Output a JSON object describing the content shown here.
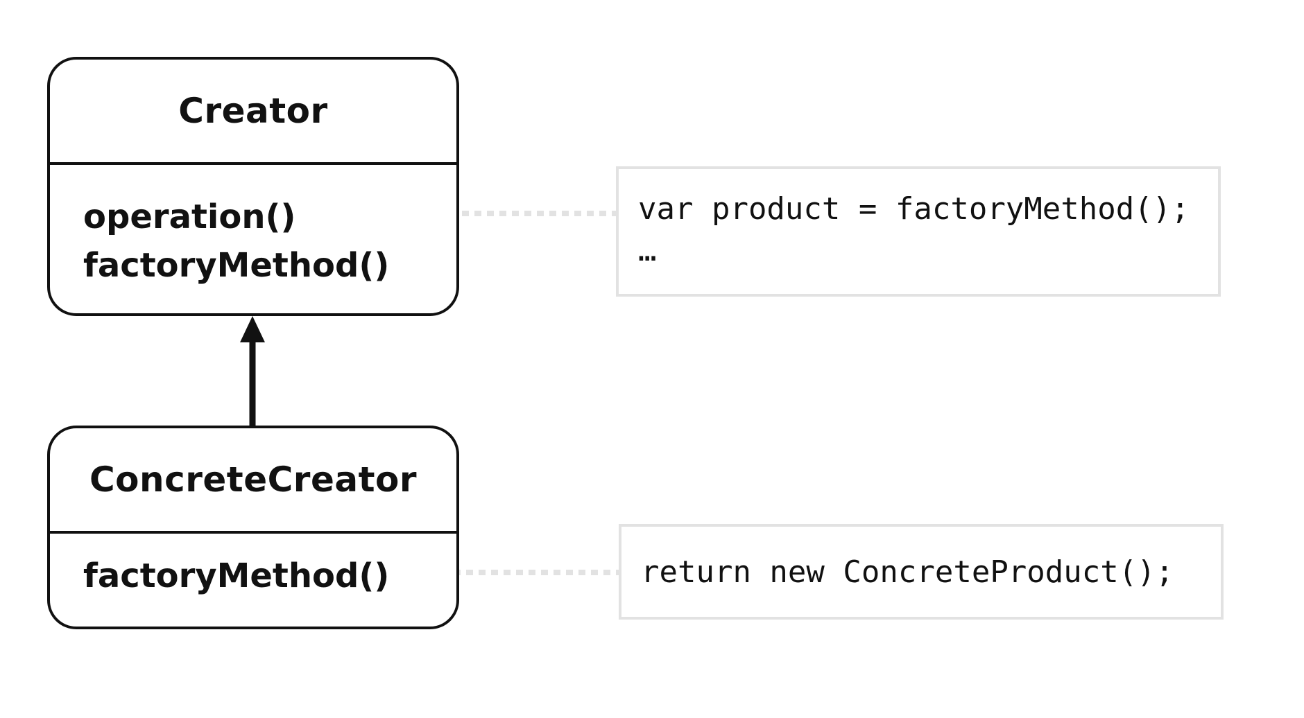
{
  "diagram": {
    "creator": {
      "name": "Creator",
      "methods": [
        "operation()",
        "factoryMethod()"
      ]
    },
    "concrete_creator": {
      "name": "ConcreteCreator",
      "methods": [
        "factoryMethod()"
      ]
    },
    "notes": {
      "operation_code": [
        "var product = factoryMethod();",
        "…"
      ],
      "factory_code": [
        "return new ConcreteProduct();"
      ]
    },
    "relationship": "inheritance",
    "colors": {
      "stroke": "#111111",
      "note_border": "#e2e2e2",
      "dotted_connector": "#e2e2e2",
      "background": "#ffffff"
    }
  }
}
